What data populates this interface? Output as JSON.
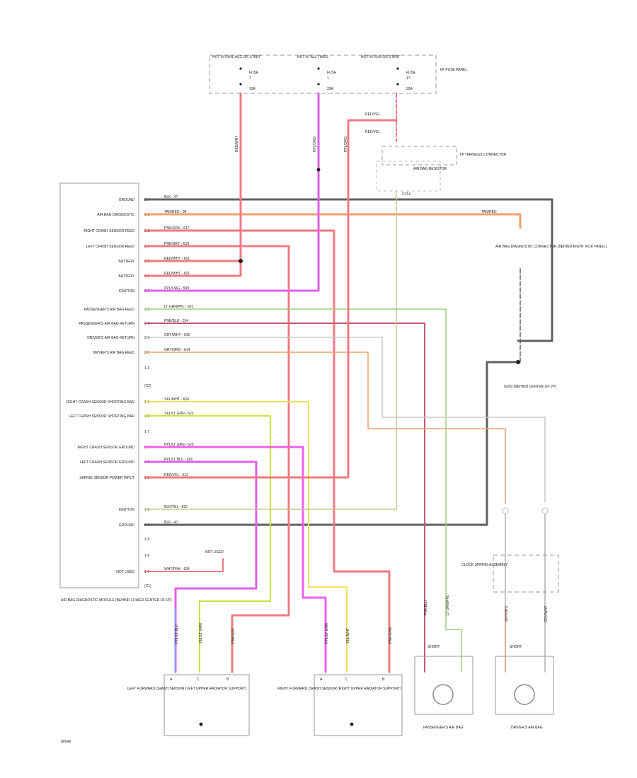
{
  "fuse_panel": {
    "feeds": [
      "HOT IN RUN, ACC OR START",
      "HOT AT ALL TIMES",
      "HOT IN RUN OR START"
    ],
    "fuses": [
      {
        "name": "FUSE",
        "number": "7",
        "rating": "10A"
      },
      {
        "name": "FUSE",
        "number": "1",
        "rating": "20A"
      },
      {
        "name": "FUSE",
        "number": "17",
        "rating": "20A"
      }
    ],
    "panel_label": "I/P FUSE PANEL"
  },
  "module": {
    "label": "AIR BAG DIAGNOSTIC MODULE (BEHIND LOWER CENTER OF I/P)",
    "pins": [
      {
        "label": "GROUND",
        "pin": "2-4",
        "wire": "BLK - 47"
      },
      {
        "label": "AIR BAG DIAGNOSTIC",
        "pin": "2-1",
        "wire": "TAN/RED - 94"
      },
      {
        "label": "RIGHT CRASH SENSOR FEED",
        "pin": "2-2",
        "wire": "PNK/GRN - 617"
      },
      {
        "label": "LEFT CRASH SENSOR FEED",
        "pin": "2-6",
        "wire": "PNK/GRY - 618"
      },
      {
        "label": "BATTERY",
        "pin": "2-5",
        "wire": "RED/WHT - 601"
      },
      {
        "label": "BATTERY",
        "pin": "2-9",
        "wire": "RED/WHT - 601"
      },
      {
        "label": "IGNITION",
        "pin": "2-7",
        "wire": "PPL/ORG - 599"
      },
      {
        "label": "PASSENGER'S AIR BAG FEED",
        "pin": "2-5",
        "wire": "LT GRN/PPL - 621"
      },
      {
        "label": "PASSENGER'S AIR BAG RETURN",
        "pin": "2-6",
        "wire": "PNK/BLU - 614"
      },
      {
        "label": "DRIVER'S AIR BAG RETURN",
        "pin": "2-9",
        "wire": "GRY/WHT - 615"
      },
      {
        "label": "DRIVER'S AIR BAG FEED",
        "pin": "2-8",
        "wire": "GRY/ORG - 614"
      },
      {
        "label": "",
        "pin": "1-3",
        "wire": ""
      },
      {
        "label": "",
        "pin": "(C2)",
        "wire": ""
      },
      {
        "label": "RIGHT CRASH SENSOR SHORTING BAR",
        "pin": "1-1",
        "wire": "YEL/WHT - 624"
      },
      {
        "label": "LEFT CRASH SENSOR SHORTING BAR",
        "pin": "1-2",
        "wire": "YEL/LT GRN - 623"
      },
      {
        "label": "",
        "pin": "1-7",
        "wire": ""
      },
      {
        "label": "RIGHT CRASH SENSOR GROUND",
        "pin": "1-4",
        "wire": "PPL/LT GRN - 625"
      },
      {
        "label": "LEFT CRASH SENSOR GROUND",
        "pin": "1-5",
        "wire": "PPL/LT BLU - 626"
      },
      {
        "label": "SAFING SENSOR POWER INPUT",
        "pin": "1-9",
        "wire": "RED/YEL - 612"
      },
      {
        "label": "IGNITION",
        "pin": "1-3",
        "wire": "BLK/YEL - 650"
      },
      {
        "label": "GROUND",
        "pin": "2-9",
        "wire": "BLK - 47"
      },
      {
        "label": "",
        "pin": "1-5",
        "wire": ""
      },
      {
        "label": "",
        "pin": "1-6",
        "wire": ""
      },
      {
        "label": "NOT USED",
        "pin": "1-7",
        "wire": "WHT/PNK - 634"
      },
      {
        "label": "",
        "pin": "(C1)",
        "wire": ""
      }
    ],
    "not_used_note": "NOT USED"
  },
  "fuse_wires": [
    "RED/WHT",
    "PPL/ORG",
    "PPL/ORG"
  ],
  "splice_labels": [
    "RED/YEL",
    "RED/YEL"
  ],
  "diag_connector": {
    "label": "AIR BAG DIAGNOSTIC CONNECTOR (BEHIND RIGHT KICK PANEL)",
    "wire": "TAN/RED"
  },
  "ip_harness": {
    "label": "I/P HARNESS CONNECTOR"
  },
  "air_bag_resistor": {
    "label": "AIR BAG RESISTOR",
    "connector": "C214"
  },
  "ground_point": {
    "label": "G200 (BEHIND CENTER OF I/P)"
  },
  "clock_spring": {
    "label": "CLOCK SPRING ASSEMBLY"
  },
  "devices": [
    {
      "label": "LEFT FORWARD CRASH SENSOR (LEFT UPPER RADIATOR SUPPORT)",
      "pins": [
        "A",
        "C",
        "B"
      ],
      "wires": [
        "PPL/LT BLU",
        "YEL/LT GRN",
        "PNK/GRY"
      ]
    },
    {
      "label": "RIGHT FORWARD CRASH SENSOR (RIGHT UPPER RADIATOR SUPPORT)",
      "pins": [
        "A",
        "C",
        "B"
      ],
      "wires": [
        "PPL/LT GRN",
        "YEL/WHT",
        "PNK/GRN"
      ]
    },
    {
      "label": "PASSENGER'S AIR BAG",
      "pins": [
        "SHORT"
      ],
      "wires": [
        "PNK/BLU",
        "LT GRN/PPL"
      ]
    },
    {
      "label": "DRIVER'S AIR BAG",
      "pins": [
        "SHORT"
      ],
      "wires": [
        "GRY/ORG",
        "GRY/WHT"
      ]
    }
  ],
  "diagram_code": "89549",
  "colors": {
    "red": "#f07a82",
    "pink": "#f06aa0",
    "magenta": "#e060e8",
    "orange": "#f0a070",
    "black": "#606060",
    "yellow": "#f0e060",
    "green": "#9ed07a",
    "gray": "#b0b0b0",
    "blue": "#8aa0f0"
  }
}
